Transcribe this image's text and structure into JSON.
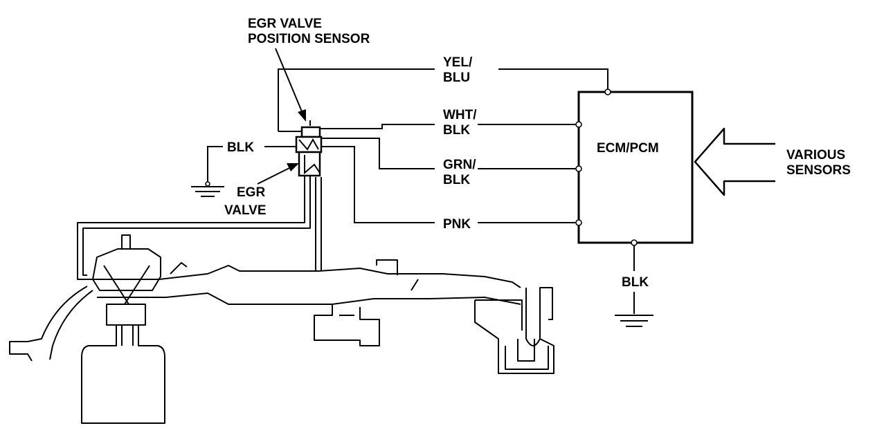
{
  "labels": {
    "egr_sensor_line1": "EGR VALVE",
    "egr_sensor_line2": "POSITION SENSOR",
    "egr_valve_line1": "EGR",
    "egr_valve_line2": "VALVE",
    "blk_left": "BLK",
    "ecm": "ECM/PCM",
    "various_line1": "VARIOUS",
    "various_line2": "SENSORS",
    "blk_ground": "BLK"
  },
  "wires": [
    {
      "id": "yel-blu",
      "line1": "YEL/",
      "line2": "BLU"
    },
    {
      "id": "wht-blk",
      "line1": "WHT/",
      "line2": "BLK"
    },
    {
      "id": "grn-blk",
      "line1": "GRN/",
      "line2": "BLK"
    },
    {
      "id": "pnk",
      "line1": "PNK",
      "line2": ""
    }
  ]
}
